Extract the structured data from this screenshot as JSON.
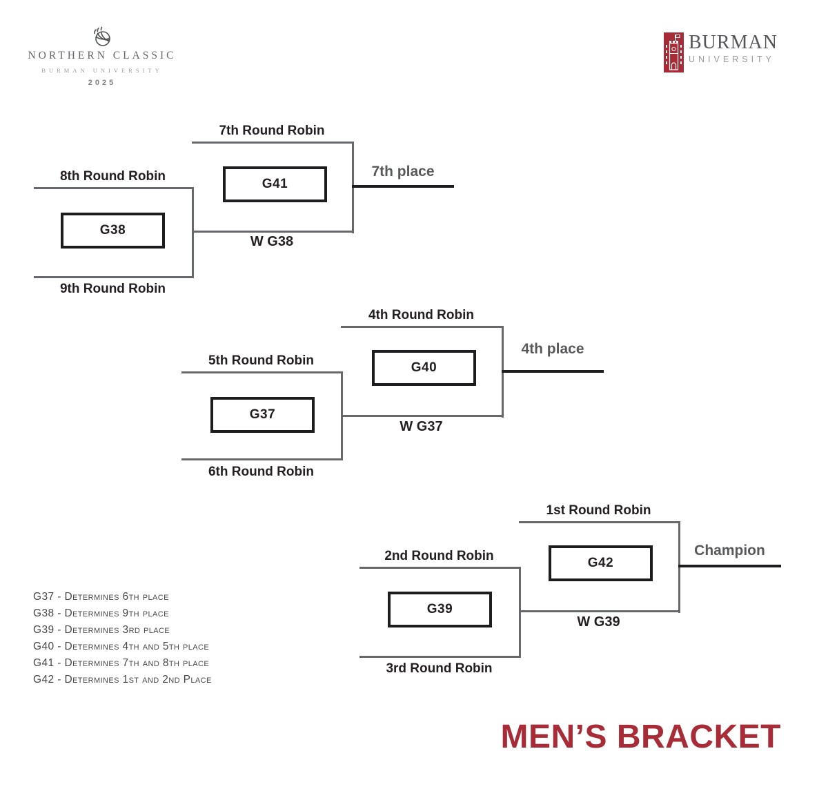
{
  "event_logo": {
    "title": "NORTHERN CLASSIC",
    "subtitle": "BURMAN UNIVERSITY",
    "year": "2025"
  },
  "university_logo": {
    "name": "BURMAN",
    "subname": "UNIVERSITY"
  },
  "title": "MEN’S BRACKET",
  "brackets": [
    {
      "seed_top": "8th Round Robin",
      "seed_bottom": "9th Round Robin",
      "first_game": "G38",
      "semi_top": "7th Round Robin",
      "winner": "W G38",
      "final_game": "G41",
      "result": "7th place"
    },
    {
      "seed_top": "5th Round Robin",
      "seed_bottom": "6th Round Robin",
      "first_game": "G37",
      "semi_top": "4th Round Robin",
      "winner": "W G37",
      "final_game": "G40",
      "result": "4th place"
    },
    {
      "seed_top": "2nd Round Robin",
      "seed_bottom": "3rd Round Robin",
      "first_game": "G39",
      "semi_top": "1st Round Robin",
      "winner": "W G39",
      "final_game": "G42",
      "result": "Champion"
    }
  ],
  "legend": [
    "G37 - Determines 6th place",
    "G38 - Determines 9th place",
    "G39 - Determines 3rd place",
    "G40 - Determines 4th and 5th place",
    "G41 - Determines 7th and 8th place",
    "G42 - Determines 1st and 2nd Place"
  ],
  "colors": {
    "accent_red": "#A72C37",
    "line_gray": "#67686B",
    "line_black": "#1D1D1F",
    "label_dark": "#231F20",
    "label_gray": "#58595B"
  }
}
